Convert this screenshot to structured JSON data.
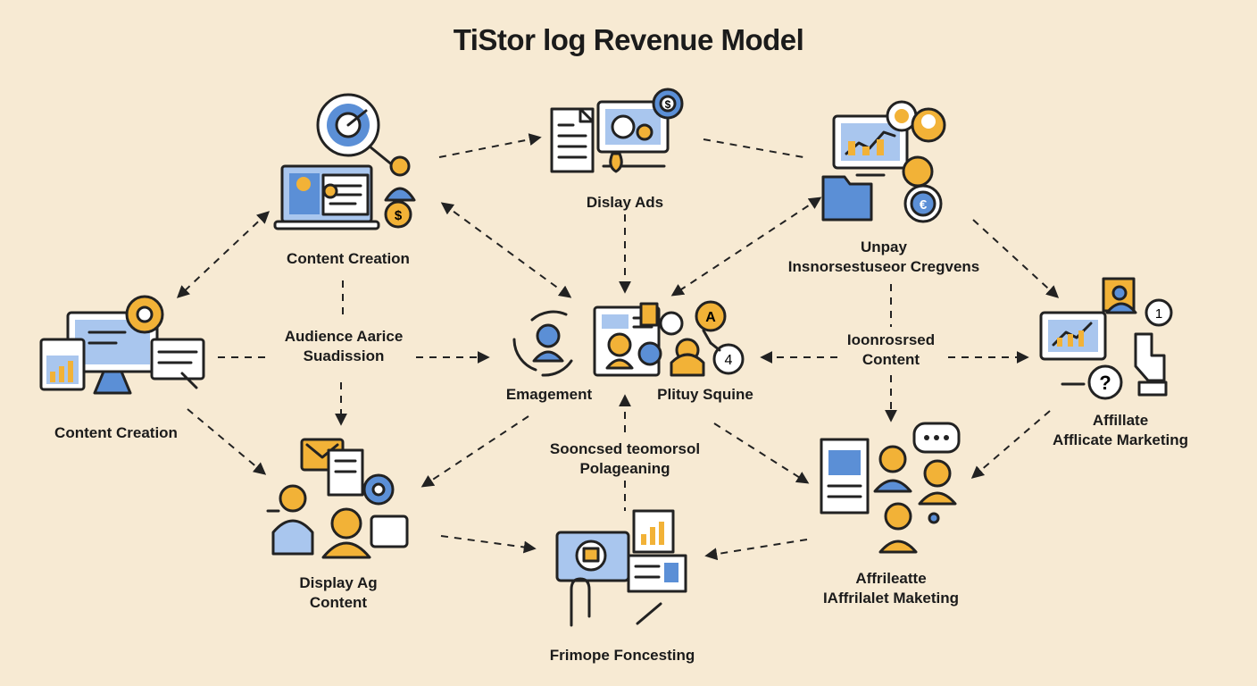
{
  "title": "TiStor log Revenue Model",
  "nodes": {
    "content_creation_top": "Content Creation",
    "display_ads_top": "Dislay Ads",
    "unpay_line1": "Unpay",
    "unpay_line2": "Insnorsestuseor Cregvens",
    "content_creation_left": "Content Creation",
    "audience_line1": "Audience Aarice",
    "audience_line2": "Suadission",
    "engagement": "Emagement",
    "plity": "Plituy Squine",
    "sponsored_line1": "Ioonrosrsed",
    "sponsored_line2": "Content",
    "affiliate_right_line1": "Affillate",
    "affiliate_right_line2": "Afflicate Marketing",
    "soonsed_line1": "Sooncsed teomorsol",
    "soonsed_line2": "Polageaning",
    "display_ag_line1": "Display Ag",
    "display_ag_line2": "Content",
    "affiliate_bottom_line1": "Affrileatte",
    "affiliate_bottom_line2": "IAffrilalet Maketing",
    "frimope": "Frimope Foncesting"
  },
  "badges": {
    "coin_symbol": "$",
    "euro_symbol": "€",
    "letter_a": "A",
    "number_four": "4",
    "question": "?",
    "exclaim": "1"
  },
  "colors": {
    "background": "#f7ead3",
    "blue": "#5b8fd6",
    "orange": "#f2b237",
    "ink": "#222222"
  }
}
